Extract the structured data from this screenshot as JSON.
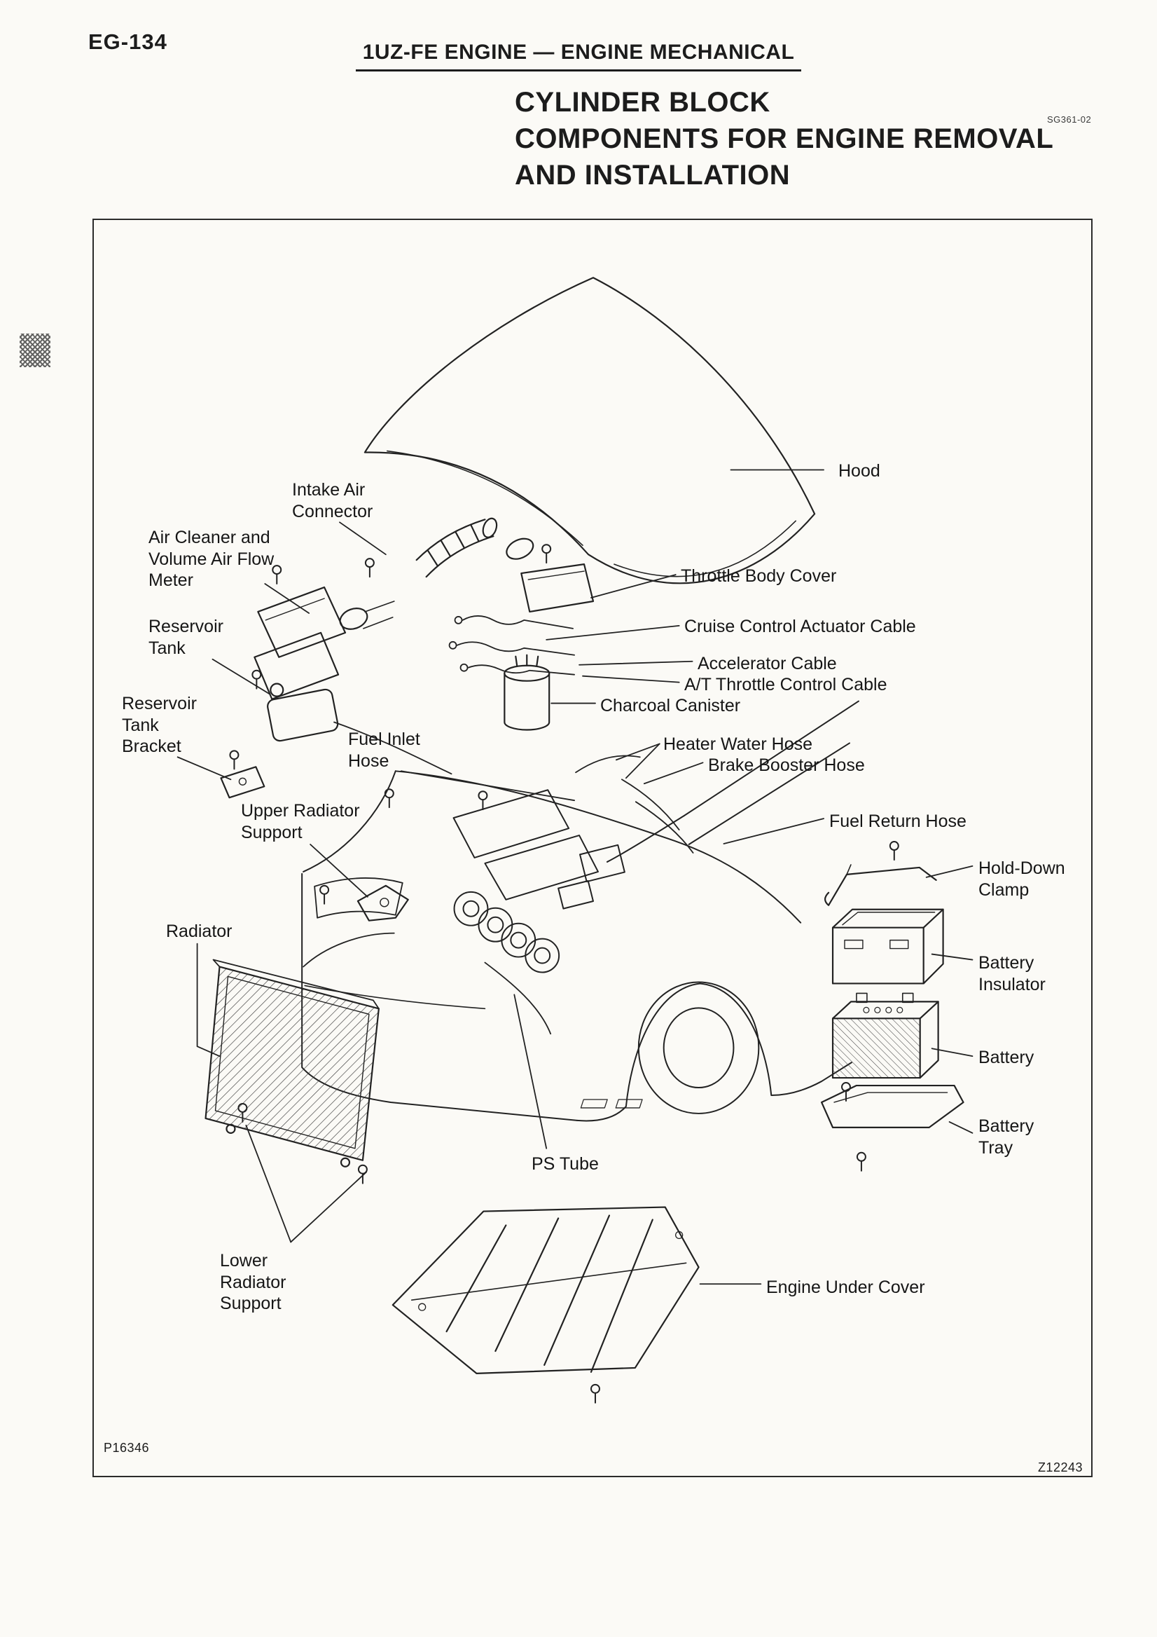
{
  "page": {
    "page_number": "EG-134",
    "section_header": "1UZ-FE ENGINE  —  ENGINE MECHANICAL",
    "title_lines": [
      "CYLINDER BLOCK",
      "COMPONENTS FOR ENGINE REMOVAL",
      "AND INSTALLATION"
    ],
    "title_code": "SG361-02",
    "figure_ref_left": "P16346",
    "figure_ref_right": "Z12243"
  },
  "colors": {
    "paper": "#fbfaf6",
    "ink": "#1c1c1c"
  },
  "labels": [
    {
      "id": "hood",
      "text": "Hood"
    },
    {
      "id": "intake-air-connector",
      "text": "Intake Air\nConnector"
    },
    {
      "id": "air-cleaner",
      "text": "Air Cleaner and\nVolume Air Flow\nMeter"
    },
    {
      "id": "throttle-body-cover",
      "text": "Throttle Body Cover"
    },
    {
      "id": "cruise-control-cable",
      "text": "Cruise Control Actuator Cable"
    },
    {
      "id": "accelerator-cable",
      "text": "Accelerator Cable"
    },
    {
      "id": "at-throttle-cable",
      "text": "A/T Throttle Control Cable"
    },
    {
      "id": "charcoal-canister",
      "text": "Charcoal Canister"
    },
    {
      "id": "reservoir-tank",
      "text": "Reservoir\nTank"
    },
    {
      "id": "reservoir-tank-bracket",
      "text": "Reservoir\nTank\nBracket"
    },
    {
      "id": "fuel-inlet-hose",
      "text": "Fuel Inlet\nHose"
    },
    {
      "id": "heater-water-hose",
      "text": "Heater Water Hose"
    },
    {
      "id": "brake-booster-hose",
      "text": "Brake Booster Hose"
    },
    {
      "id": "fuel-return-hose",
      "text": "Fuel Return Hose"
    },
    {
      "id": "upper-radiator-support",
      "text": "Upper Radiator\nSupport"
    },
    {
      "id": "hold-down-clamp",
      "text": "Hold-Down\nClamp"
    },
    {
      "id": "radiator",
      "text": "Radiator"
    },
    {
      "id": "battery-insulator",
      "text": "Battery\nInsulator"
    },
    {
      "id": "battery",
      "text": "Battery"
    },
    {
      "id": "battery-tray",
      "text": "Battery\nTray"
    },
    {
      "id": "ps-tube",
      "text": "PS Tube"
    },
    {
      "id": "lower-radiator-support",
      "text": "Lower\nRadiator\nSupport"
    },
    {
      "id": "engine-under-cover",
      "text": "Engine Under Cover"
    }
  ]
}
